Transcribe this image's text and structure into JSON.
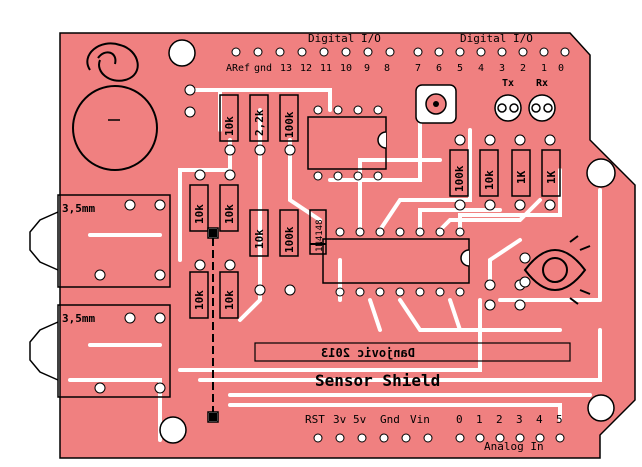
{
  "board": {
    "title": "Sensor Shield",
    "credit": "Danjovic 2013",
    "colors": {
      "copper": "#f08080",
      "trace": "#ffffff",
      "ink": "#000000",
      "background": "#ffffff"
    }
  },
  "headers": {
    "digital_left_label": "Digital I/O",
    "digital_right_label": "Digital I/O",
    "top_pins_left": [
      "ARef",
      "gnd",
      "13",
      "12",
      "11",
      "10",
      "9",
      "8"
    ],
    "top_pins_right": [
      "7",
      "6",
      "5",
      "4",
      "3",
      "2",
      "1",
      "0"
    ],
    "tx_label": "Tx",
    "rx_label": "Rx",
    "power_pins": [
      "RST",
      "3v",
      "5v",
      "Gnd",
      "Vin"
    ],
    "analog_pins": [
      "0",
      "1",
      "2",
      "3",
      "4",
      "5"
    ],
    "analog_label": "Analog In"
  },
  "jacks": [
    {
      "label": "3,5mm"
    },
    {
      "label": "3,5mm"
    }
  ],
  "resistors": {
    "r_upper_1": "10k",
    "r_upper_2": "2,2k",
    "r_upper_3": "100k",
    "r_mid_1": "10k",
    "r_mid_2": "10k",
    "r_mid_3": "10k",
    "r_mid_4": "100k",
    "r_low_1": "10k",
    "r_low_2": "10k",
    "r_right_1": "100k",
    "r_right_2": "10k",
    "r_right_3": "1K",
    "r_right_4": "1K"
  },
  "diode": "1N4148"
}
